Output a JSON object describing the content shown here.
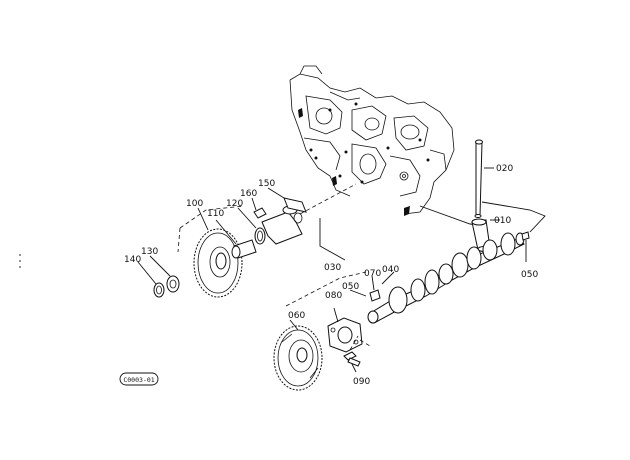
{
  "parts": {
    "p010": "010",
    "p020": "020",
    "p030": "030",
    "p040": "040",
    "p050_right": "050",
    "p050_mid": "050",
    "p060": "060",
    "p070": "070",
    "p080": "080",
    "p090": "090",
    "p100": "100",
    "p110": "110",
    "p120": "120",
    "p130": "130",
    "p140": "140",
    "p150": "150",
    "p160": "160"
  },
  "ref_code": "C0003-01"
}
